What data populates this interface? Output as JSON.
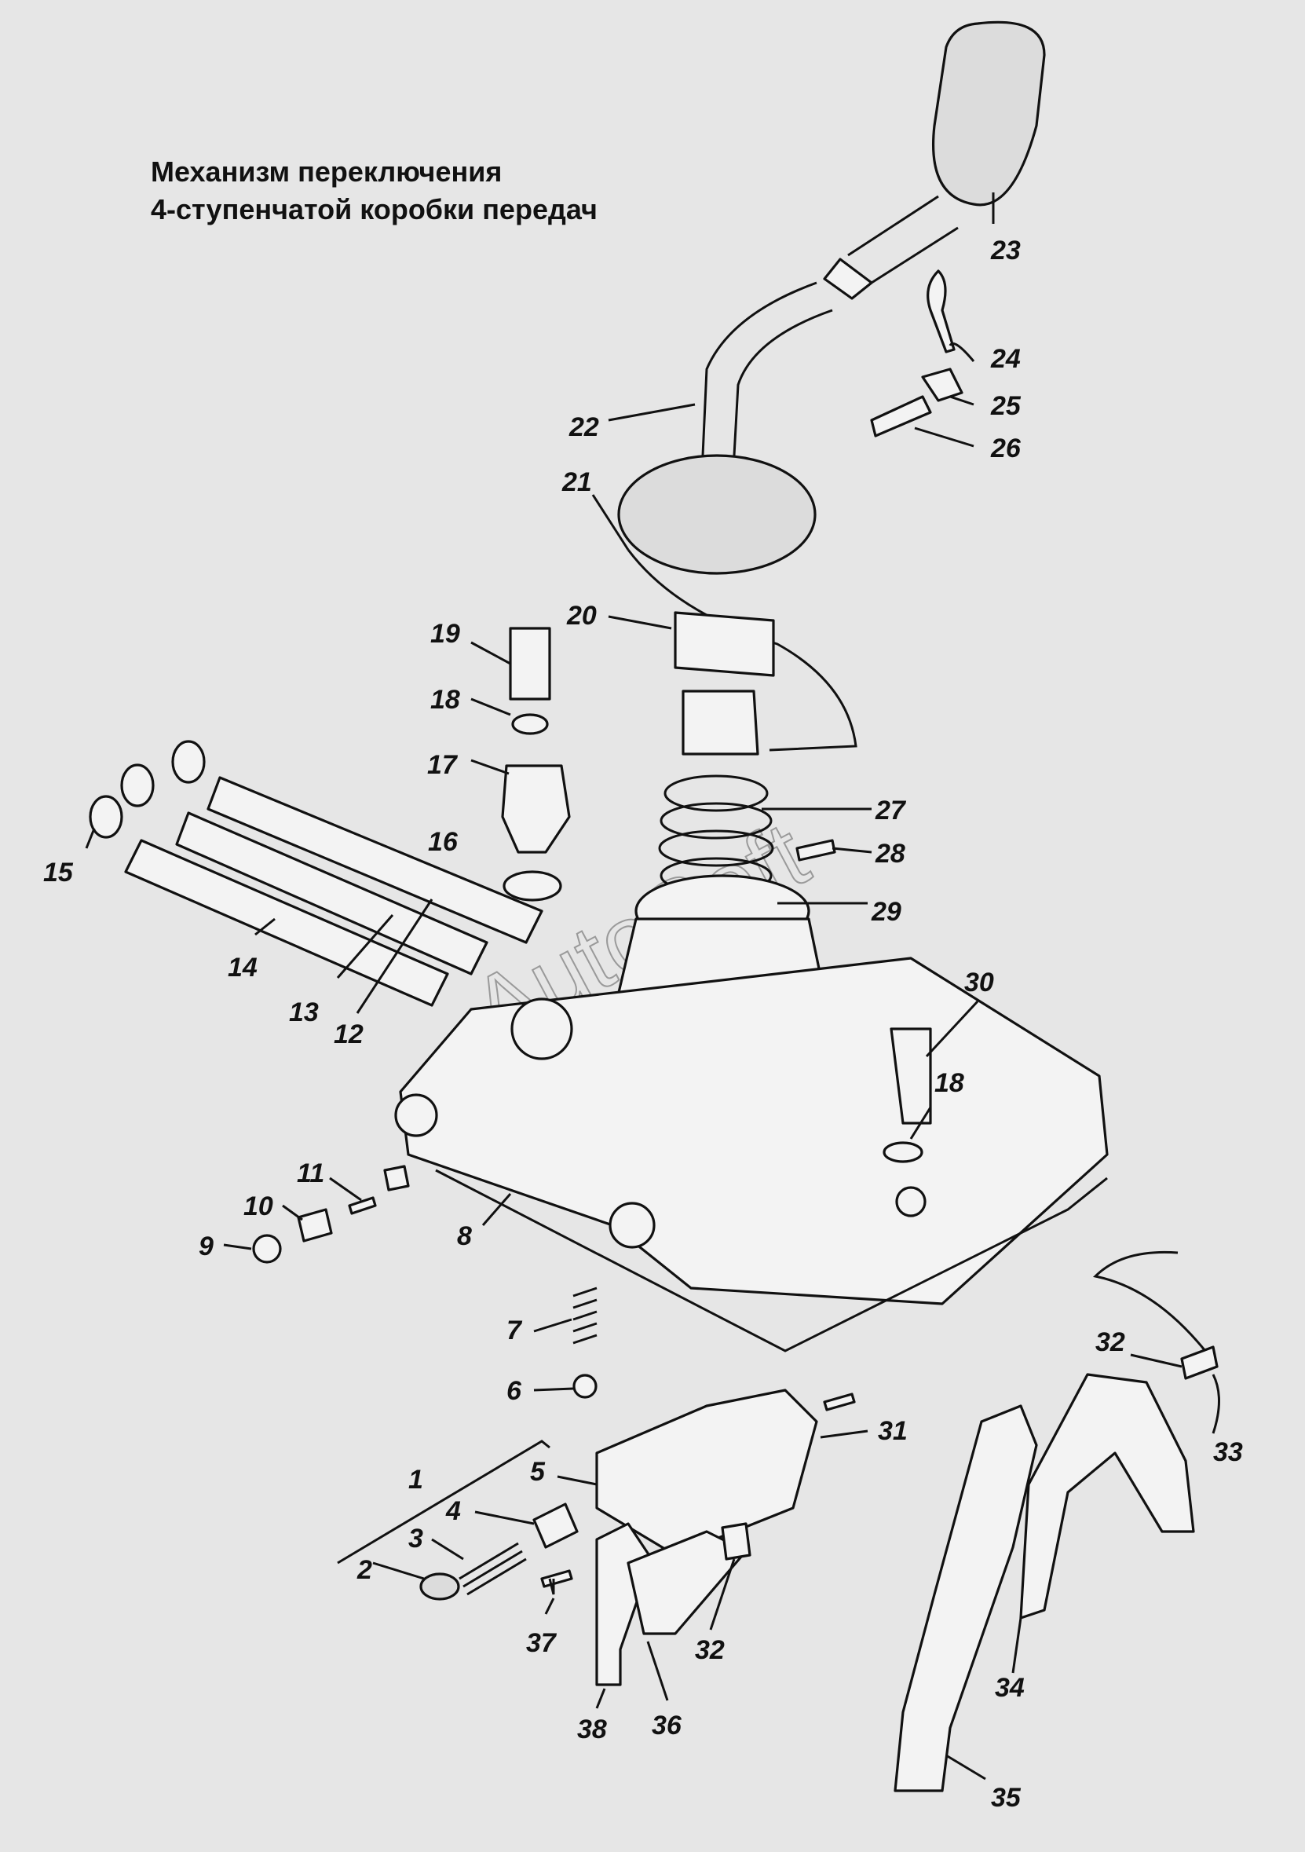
{
  "title": {
    "line1": "Механизм переключения",
    "line2": "4-ступенчатой коробки передач"
  },
  "watermark": "AutoSoft",
  "colors": {
    "background": "#e6e6e6",
    "ink": "#111111",
    "part_fill": "#f3f3f3"
  },
  "callouts": [
    {
      "id": "c1",
      "text": "1"
    },
    {
      "id": "c2",
      "text": "2"
    },
    {
      "id": "c3",
      "text": "3"
    },
    {
      "id": "c4",
      "text": "4"
    },
    {
      "id": "c5",
      "text": "5"
    },
    {
      "id": "c6",
      "text": "6"
    },
    {
      "id": "c7",
      "text": "7"
    },
    {
      "id": "c8",
      "text": "8"
    },
    {
      "id": "c9",
      "text": "9"
    },
    {
      "id": "c10",
      "text": "10"
    },
    {
      "id": "c11",
      "text": "11"
    },
    {
      "id": "c12",
      "text": "12"
    },
    {
      "id": "c13",
      "text": "13"
    },
    {
      "id": "c14",
      "text": "14"
    },
    {
      "id": "c15",
      "text": "15"
    },
    {
      "id": "c16",
      "text": "16"
    },
    {
      "id": "c17",
      "text": "17"
    },
    {
      "id": "c18a",
      "text": "18"
    },
    {
      "id": "c18b",
      "text": "18"
    },
    {
      "id": "c19",
      "text": "19"
    },
    {
      "id": "c20",
      "text": "20"
    },
    {
      "id": "c21",
      "text": "21"
    },
    {
      "id": "c22",
      "text": "22"
    },
    {
      "id": "c23",
      "text": "23"
    },
    {
      "id": "c24",
      "text": "24"
    },
    {
      "id": "c25",
      "text": "25"
    },
    {
      "id": "c26",
      "text": "26"
    },
    {
      "id": "c27",
      "text": "27"
    },
    {
      "id": "c28",
      "text": "28"
    },
    {
      "id": "c29",
      "text": "29"
    },
    {
      "id": "c30",
      "text": "30"
    },
    {
      "id": "c31",
      "text": "31"
    },
    {
      "id": "c32a",
      "text": "32"
    },
    {
      "id": "c32b",
      "text": "32"
    },
    {
      "id": "c33",
      "text": "33"
    },
    {
      "id": "c34",
      "text": "34"
    },
    {
      "id": "c35",
      "text": "35"
    },
    {
      "id": "c36",
      "text": "36"
    },
    {
      "id": "c37",
      "text": "37"
    },
    {
      "id": "c38",
      "text": "38"
    }
  ]
}
